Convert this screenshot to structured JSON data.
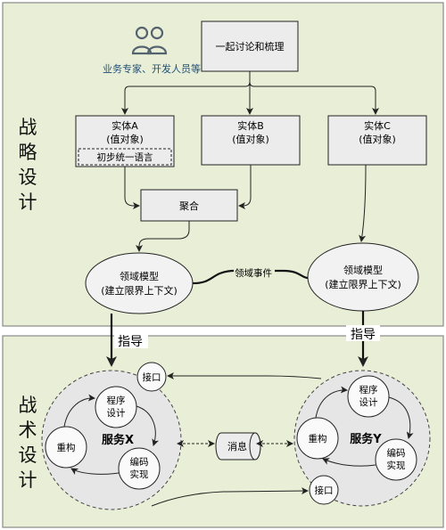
{
  "strategic": {
    "title": [
      "战",
      "略",
      "设",
      "计"
    ],
    "people_caption": "业务专家、开发人员等",
    "discuss_box": "一起讨论和梳理",
    "entity_a": [
      "实体A",
      "(值对象)"
    ],
    "entity_b": [
      "实体B",
      "(值对象)"
    ],
    "entity_c": [
      "实体C",
      "(值对象)"
    ],
    "ubiquitous_language": "初步统一语言",
    "aggregate": "聚合",
    "domain_model_left": [
      "领域模型",
      "(建立限界上下文)"
    ],
    "domain_model_right": [
      "领域模型",
      "(建立限界上下文)"
    ],
    "domain_event": "领域事件"
  },
  "guide_left": "指导",
  "guide_right": "指导",
  "tactical": {
    "title": [
      "战",
      "术",
      "设",
      "计"
    ],
    "service_x": {
      "name": "服务X",
      "interface": "接口",
      "program_design": [
        "程序",
        "设计"
      ],
      "refactor": "重构",
      "coding": [
        "编码",
        "实现"
      ]
    },
    "service_y": {
      "name": "服务Y",
      "interface": "接口",
      "program_design": [
        "程序",
        "设计"
      ],
      "refactor": "重构",
      "coding": [
        "编码",
        "实现"
      ]
    },
    "message": "消息"
  },
  "colors": {
    "panel_fill": "#e9efd6",
    "box_fill": "#ececec",
    "ellipse_fill": "#f2f2f2",
    "service_fill": "#e6e6e6",
    "stroke": "#222222",
    "people_icon": "#556270"
  }
}
